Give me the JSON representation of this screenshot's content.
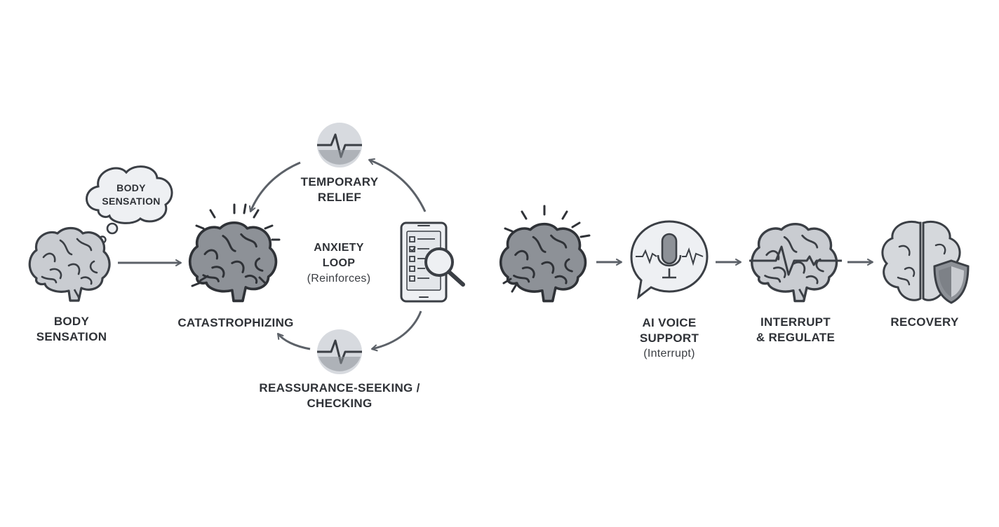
{
  "diagram": {
    "thought_bubble": {
      "line1": "BODY",
      "line2": "SENSATION"
    },
    "body_sensation": {
      "line1": "BODY",
      "line2": "SENSATION"
    },
    "catastrophizing": {
      "label": "CATASTROPHIZING"
    },
    "temporary_relief": {
      "line1": "TEMPORARY",
      "line2": "RELIEF"
    },
    "anxiety_loop": {
      "line1": "ANXIETY",
      "line2": "LOOP",
      "sub": "(Reinforces)"
    },
    "reassurance": {
      "line1": "REASSURANCE-SEEKING /",
      "line2": "CHECKING"
    },
    "ai_voice": {
      "line1": "AI VOICE",
      "line2": "SUPPORT",
      "sub": "(Interrupt)"
    },
    "interrupt": {
      "line1": "INTERRUPT",
      "line2": "& REGULATE"
    },
    "recovery": {
      "label": "RECOVERY"
    }
  },
  "colors": {
    "stroke": "#3b3f45",
    "brain_fill": "#c9ccd1",
    "brain_dark": "#8d9197",
    "arrow": "#5c6168",
    "circle_fill": "#d7dadf",
    "shield": "#6d7278"
  },
  "icons": [
    "brain-icon",
    "thought-bubble-icon",
    "phone-checklist-icon",
    "magnifier-icon",
    "microphone-icon",
    "heartbeat-icon",
    "shield-icon"
  ]
}
